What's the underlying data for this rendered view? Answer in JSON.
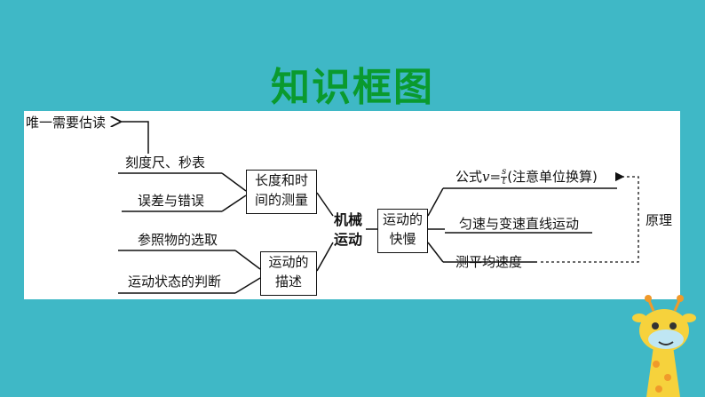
{
  "slide": {
    "title": "知识框图"
  },
  "diagram": {
    "note_top": "唯一需要估读",
    "measure_items": [
      "刻度尺、秒表",
      "误差与错误"
    ],
    "measure_box": [
      "长度和时",
      "间的测量"
    ],
    "describe_items": [
      "参照物的选取",
      "运动状态的判断"
    ],
    "describe_box": [
      "运动的",
      "描述"
    ],
    "center": [
      "机械",
      "运动"
    ],
    "speed_box": [
      "运动的",
      "快慢"
    ],
    "formula_prefix": "公式",
    "formula_var": "v=",
    "formula_num": "s",
    "formula_den": "t",
    "formula_note": "(注意单位换算)",
    "speed_items": [
      "匀速与变速直线运动",
      "测平均速度"
    ],
    "principle": "原理"
  },
  "colors": {
    "background": "#3fb8c6",
    "title": "#0a9a2e",
    "panel": "#ffffff"
  }
}
